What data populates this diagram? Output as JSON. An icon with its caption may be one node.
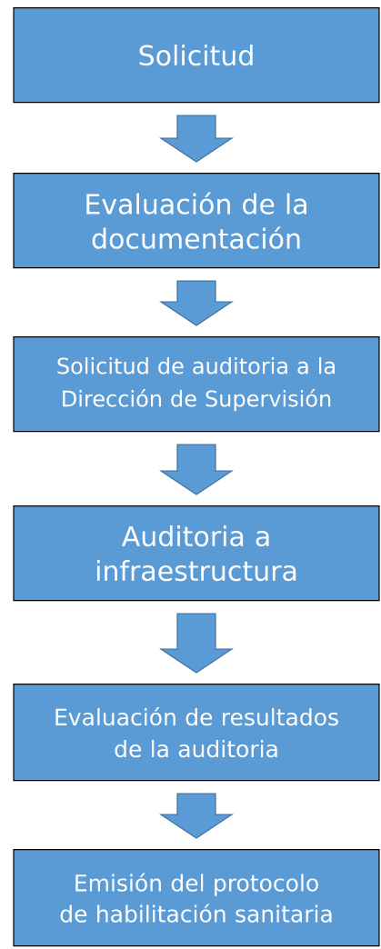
{
  "diagram": {
    "nodes": [
      {
        "text": [
          "Solicitud"
        ]
      },
      {
        "text": [
          "Evaluación de la documentación"
        ]
      },
      {
        "text": [
          "Solicitud de auditoria a la Dirección de Supervisión"
        ]
      },
      {
        "text": [
          "Auditoria a infraestructura"
        ]
      },
      {
        "text": [
          "Evaluación de resultados de la auditoria"
        ]
      },
      {
        "text": [
          "Emisión del protocolo de habilitación sanitaria"
        ]
      }
    ],
    "edges": [
      {
        "from": 0,
        "to": 1,
        "arrow": "to"
      },
      {
        "from": 1,
        "to": 2,
        "arrow": "to"
      },
      {
        "from": 2,
        "to": 3,
        "arrow": "to"
      },
      {
        "from": 3,
        "to": 4,
        "arrow": "to"
      },
      {
        "from": 4,
        "to": 5,
        "arrow": "to"
      }
    ]
  }
}
